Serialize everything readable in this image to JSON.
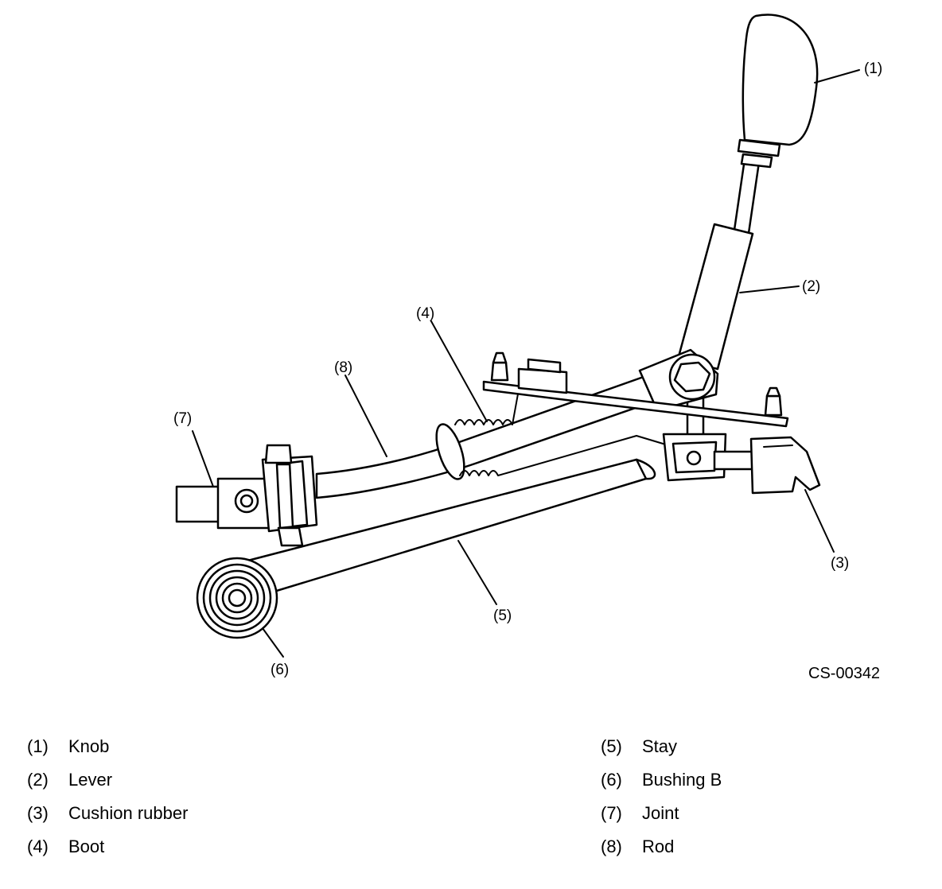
{
  "figure_code": "CS-00342",
  "callouts": {
    "knob": "(1)",
    "lever": "(2)",
    "cushion_rubber": "(3)",
    "boot": "(4)",
    "stay": "(5)",
    "bushing_b": "(6)",
    "joint": "(7)",
    "rod": "(8)"
  },
  "legend": [
    {
      "num": "(1)",
      "label": "Knob"
    },
    {
      "num": "(2)",
      "label": "Lever"
    },
    {
      "num": "(3)",
      "label": "Cushion rubber"
    },
    {
      "num": "(4)",
      "label": "Boot"
    },
    {
      "num": "(5)",
      "label": "Stay"
    },
    {
      "num": "(6)",
      "label": "Bushing B"
    },
    {
      "num": "(7)",
      "label": "Joint"
    },
    {
      "num": "(8)",
      "label": "Rod"
    }
  ]
}
